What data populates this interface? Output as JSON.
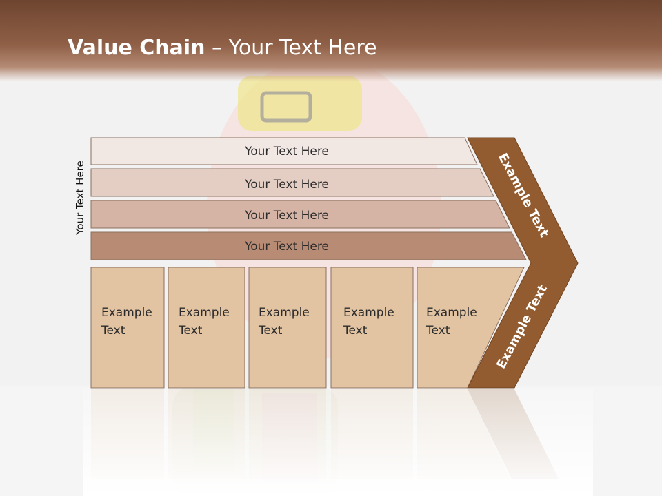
{
  "title": {
    "bold": "Value Chain",
    "rest": " – Your Text Here"
  },
  "side_label": "Your Text Here",
  "bands": [
    {
      "label": "Your Text Here",
      "color": "#f1e7e3"
    },
    {
      "label": "Your Text Here",
      "color": "#e4cdc3"
    },
    {
      "label": "Your Text Here",
      "color": "#d5b3a5"
    },
    {
      "label": "Your Text Here",
      "color": "#b88b75"
    }
  ],
  "cards": [
    {
      "line1": "Example",
      "line2": "Text"
    },
    {
      "line1": "Example",
      "line2": "Text"
    },
    {
      "line1": "Example",
      "line2": "Text"
    },
    {
      "line1": "Example",
      "line2": "Text"
    },
    {
      "line1": "Example",
      "line2": "Text"
    }
  ],
  "arrow": {
    "upper_label": "Example Text",
    "lower_label": "Example Text",
    "color": "#925c30"
  },
  "colors": {
    "card_fill": "#e2c3a2",
    "card_stroke": "#8a7060",
    "header": "#7a4e38"
  }
}
